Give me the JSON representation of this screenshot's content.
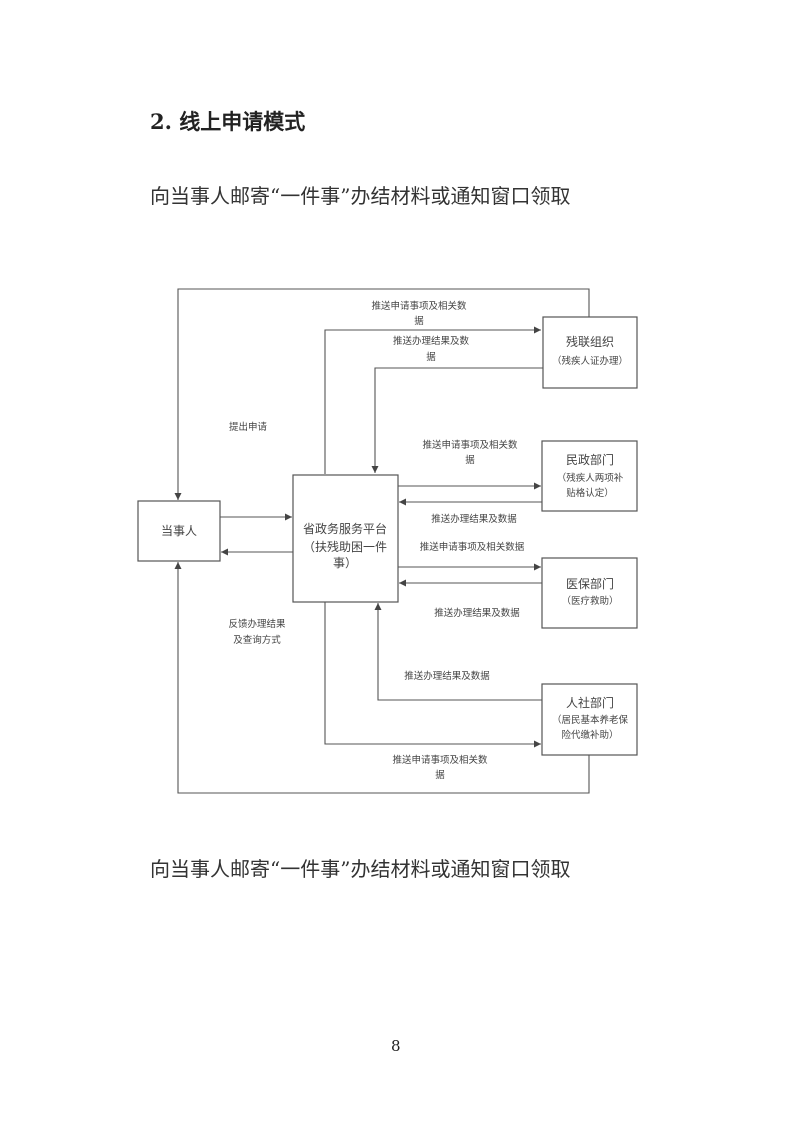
{
  "heading": "2.  线上申请模式",
  "paragraph_top": "向当事人邮寄“一件事”办结材料或通知窗口领取",
  "paragraph_bottom": "向当事人邮寄“一件事”办结材料或通知窗口领取",
  "page_number": "8",
  "diagram": {
    "nodes": {
      "party": {
        "title": "当事人"
      },
      "platform": {
        "title": "省政务服务平台",
        "sub1": "（扶残助困一件",
        "sub2": "事）"
      },
      "disabled_fed": {
        "title": "残联组织",
        "sub1": "（残疾人证办理）"
      },
      "civil_affairs": {
        "title": "民政部门",
        "sub1": "（残疾人两项补",
        "sub2": "贴格认定）"
      },
      "medical_insurance": {
        "title": "医保部门",
        "sub1": "（医疗救助）"
      },
      "hr_social": {
        "title": "人社部门",
        "sub1": "（居民基本养老保",
        "sub2": "险代缴补助）"
      }
    },
    "labels": {
      "push_request_1a": "推送申请事项及相关数",
      "push_request_1b": "据",
      "push_result_1a": "推送办理结果及数",
      "push_result_1b": "据",
      "submit": "提出申请",
      "push_request_2a": "推送申请事项及相关数",
      "push_request_2b": "据",
      "push_result_2": "推送办理结果及数据",
      "push_request_3": "推送申请事项及相关数据",
      "push_result_3": "推送办理结果及数据",
      "feedback_a": "反馈办理结果",
      "feedback_b": "及查询方式",
      "push_result_4": "推送办理结果及数据",
      "push_request_4a": "推送申请事项及相关数",
      "push_request_4b": "据"
    }
  }
}
